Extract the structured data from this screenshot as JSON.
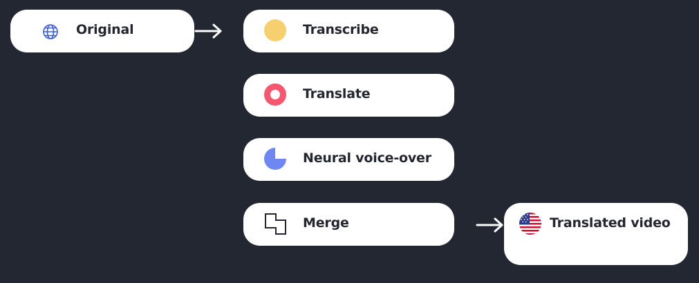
{
  "nodes": {
    "original": {
      "label": "Original",
      "icon": "globe-icon"
    },
    "transcribe": {
      "label": "Transcribe",
      "icon": "yellow-circle-icon"
    },
    "translate": {
      "label": "Translate",
      "icon": "pink-ring-icon"
    },
    "voiceover": {
      "label": "Neural voice-over",
      "icon": "pie-chart-icon"
    },
    "merge": {
      "label": "Merge",
      "icon": "merge-squares-icon"
    },
    "output": {
      "label": "Translated video",
      "icon": "us-flag-icon"
    }
  },
  "colors": {
    "background": "#222731",
    "card": "#ffffff",
    "text": "#232630",
    "globe": "#3b5bdb",
    "yellow": "#f6d06f",
    "pink": "#f6576e",
    "violet": "#6f87f2"
  }
}
